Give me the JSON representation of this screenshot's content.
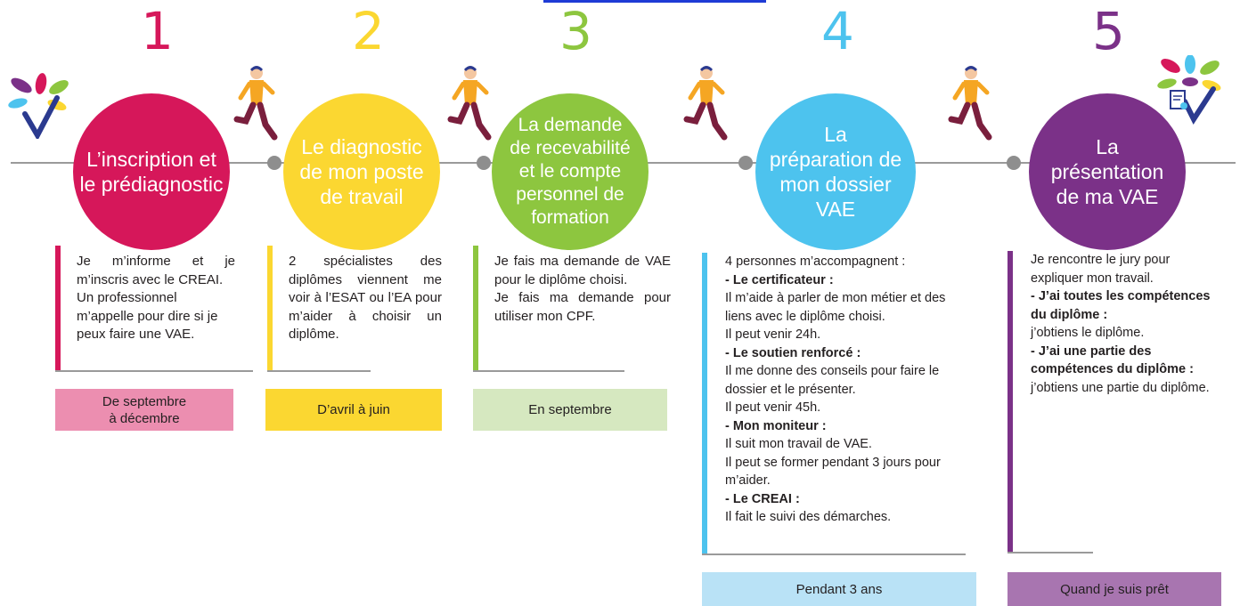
{
  "steps": [
    {
      "number": "1",
      "title": "L’inscription et\nle prédiagnostic",
      "color": "#d6175a",
      "lines": [
        "Je m’informe et je m’inscris avec le CREAI.",
        "Un professionnel m’appelle pour dire si je peux faire une VAE."
      ],
      "period": "De septembre\nà décembre",
      "period_color": "#ec8eb0"
    },
    {
      "number": "2",
      "title": "Le diagnostic\nde mon poste\nde travail",
      "color": "#fbd731",
      "lines": [
        "2 spécialistes des diplômes viennent me voir à l’ESAT ou l’EA pour m’aider à choisir un diplôme."
      ],
      "period": "D’avril à juin",
      "period_color": "#fbd731"
    },
    {
      "number": "3",
      "title": "La demande\nde recevabilité\net le compte\npersonnel de\nformation",
      "color": "#8dc63f",
      "lines": [
        "Je fais ma demande de VAE pour le diplôme choisi.",
        "Je fais ma demande pour utiliser mon CPF."
      ],
      "period": "En septembre",
      "period_color": "#d6e8c0"
    },
    {
      "number": "4",
      "title": "La\npréparation de\nmon dossier\nVAE",
      "color": "#4dc3ee",
      "lines": [
        "4 personnes m’accompagnent :",
        "- Le certificateur :",
        "Il m’aide à parler de mon métier et des liens avec le diplôme choisi.",
        "Il peut venir 24h.",
        "- Le soutien renforcé :",
        "Il me donne des conseils pour faire le dossier et le présenter.",
        "Il peut venir 45h.",
        "- Mon moniteur :",
        "Il suit mon travail de VAE.",
        "Il peut se former pendant 3 jours pour m’aider.",
        "- Le CREAI :",
        "Il fait le suivi des démarches."
      ],
      "period": "Pendant 3 ans",
      "period_color": "#b9e2f6"
    },
    {
      "number": "5",
      "title": "La\nprésentation\nde ma VAE",
      "color": "#7b3188",
      "lines": [
        "Je rencontre le jury pour expliquer mon travail.",
        "- J’ai toutes les compétences du diplôme :",
        "j’obtiens le diplôme.",
        "- J’ai une partie des compétences du diplôme :",
        "j’obtiens une partie du diplôme."
      ],
      "period": "Quand je suis prêt",
      "period_color": "#a875b0"
    }
  ],
  "icons": {
    "runner": "running-person-icon",
    "leaves": "leaves-checkmark-icon",
    "certificate": "certificate-icon"
  }
}
